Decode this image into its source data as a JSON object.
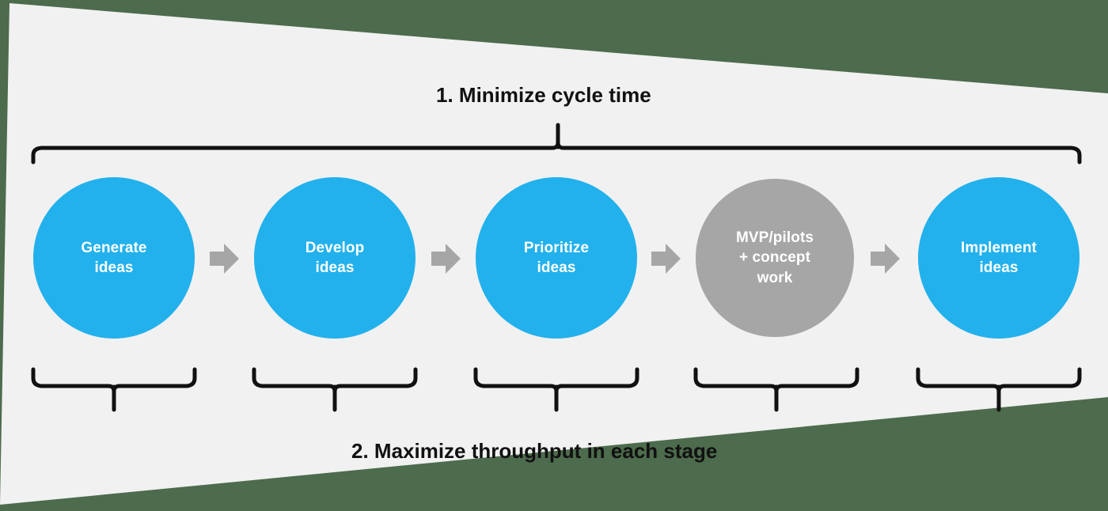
{
  "diagram": {
    "title_top": "1. Minimize cycle time",
    "title_bottom": "2. Maximize throughput in each stage",
    "colors": {
      "funnel_fill": "#f1f1f1",
      "outer_background": "#4d6b4d",
      "node_blue": "#22b1ec",
      "node_gray": "#a6a6a6",
      "arrow_gray": "#a6a6a6",
      "bracket_black": "#111111",
      "node_text": "#ffffff",
      "caption_text": "#111111"
    },
    "stages": [
      {
        "id": "generate-ideas",
        "label": "Generate\nideas",
        "color_key": "node_blue"
      },
      {
        "id": "develop-ideas",
        "label": "Develop\nideas",
        "color_key": "node_blue"
      },
      {
        "id": "prioritize-ideas",
        "label": "Prioritize\nideas",
        "color_key": "node_blue"
      },
      {
        "id": "mvp-pilots",
        "label": "MVP/pilots\n+ concept\nwork",
        "color_key": "node_gray"
      },
      {
        "id": "implement-ideas",
        "label": "Implement\nideas",
        "color_key": "node_blue"
      }
    ],
    "connectors": [
      {
        "id": "arrow-1",
        "icon": "arrow-right-icon"
      },
      {
        "id": "arrow-2",
        "icon": "arrow-right-icon"
      },
      {
        "id": "arrow-3",
        "icon": "arrow-right-icon"
      },
      {
        "id": "arrow-4",
        "icon": "arrow-right-icon"
      }
    ],
    "brackets": {
      "top": {
        "icon": "curly-bracket-up-icon",
        "spans_all_stages": true
      },
      "bottom": [
        {
          "icon": "curly-bracket-down-icon",
          "stage": "generate-ideas"
        },
        {
          "icon": "curly-bracket-down-icon",
          "stage": "develop-ideas"
        },
        {
          "icon": "curly-bracket-down-icon",
          "stage": "prioritize-ideas"
        },
        {
          "icon": "curly-bracket-down-icon",
          "stage": "mvp-pilots"
        },
        {
          "icon": "curly-bracket-down-icon",
          "stage": "implement-ideas"
        }
      ]
    }
  }
}
